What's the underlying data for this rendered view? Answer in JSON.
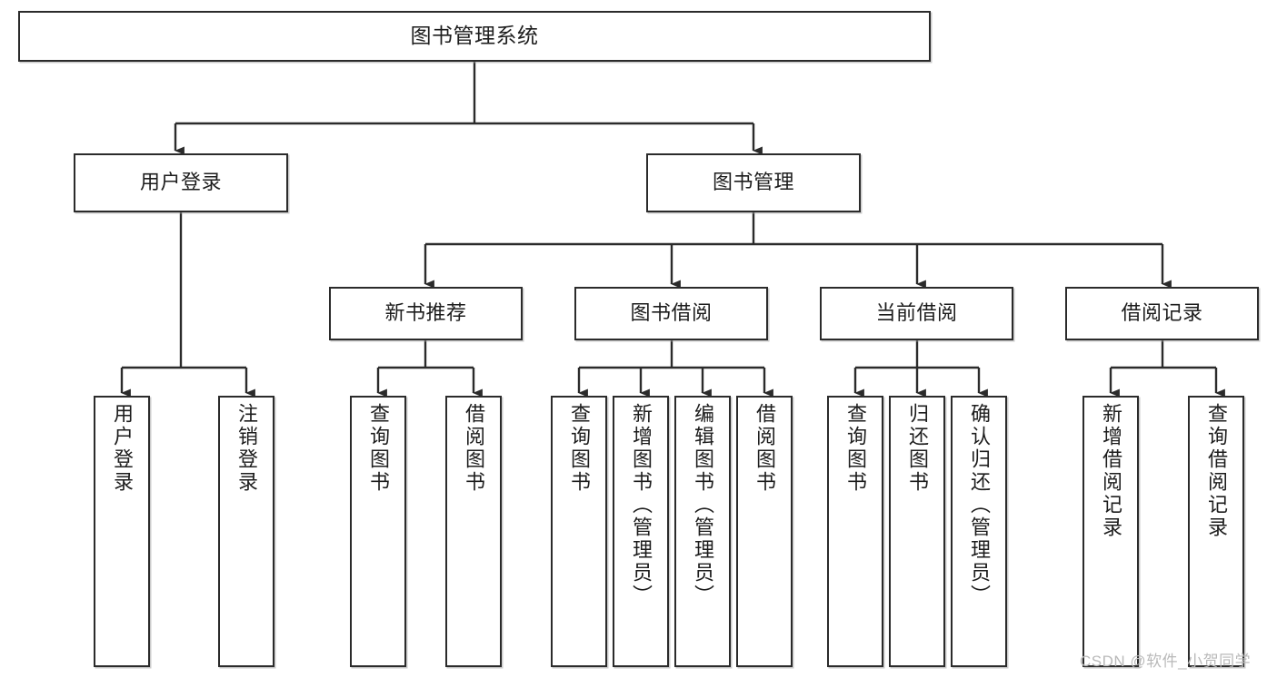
{
  "diagram": {
    "type": "tree",
    "orientation": "top-down",
    "title": "图书管理系统",
    "watermark": "CSDN @软件_小贺同学",
    "colors": {
      "box_border": "#2b2b2b",
      "box_fill": "#ffffff",
      "edge": "#2b2b2b",
      "text": "#1d1d1d",
      "watermark": "#b9b9b9"
    },
    "nodes": {
      "root": {
        "label": "图书管理系统",
        "level": 1
      },
      "l2": [
        {
          "id": "user_login",
          "label": "用户登录",
          "level": 2
        },
        {
          "id": "book_manage",
          "label": "图书管理",
          "level": 2
        }
      ],
      "l3": [
        {
          "id": "new_book_rec",
          "label": "新书推荐",
          "level": 3,
          "parent": "book_manage"
        },
        {
          "id": "book_borrow",
          "label": "图书借阅",
          "level": 3,
          "parent": "book_manage"
        },
        {
          "id": "current_borrow",
          "label": "当前借阅",
          "level": 3,
          "parent": "book_manage"
        },
        {
          "id": "borrow_record",
          "label": "借阅记录",
          "level": 3,
          "parent": "book_manage"
        }
      ],
      "leaves": [
        {
          "id": "leaf_user_login",
          "label": "用户登录",
          "parent": "user_login"
        },
        {
          "id": "leaf_user_logout",
          "label": "注销登录",
          "parent": "user_login"
        },
        {
          "id": "leaf_query_book_1",
          "label": "查询图书",
          "parent": "new_book_rec"
        },
        {
          "id": "leaf_borrow_book_1",
          "label": "借阅图书",
          "parent": "new_book_rec"
        },
        {
          "id": "leaf_query_book_2",
          "label": "查询图书",
          "parent": "book_borrow"
        },
        {
          "id": "leaf_add_book",
          "label": "新增图书（管理员）",
          "parent": "book_borrow"
        },
        {
          "id": "leaf_edit_book",
          "label": "编辑图书（管理员）",
          "parent": "book_borrow"
        },
        {
          "id": "leaf_borrow_book_2",
          "label": "借阅图书",
          "parent": "book_borrow"
        },
        {
          "id": "leaf_query_book_3",
          "label": "查询图书",
          "parent": "current_borrow"
        },
        {
          "id": "leaf_return_book",
          "label": "归还图书",
          "parent": "current_borrow"
        },
        {
          "id": "leaf_confirm_return",
          "label": "确认归还（管理员）",
          "parent": "current_borrow"
        },
        {
          "id": "leaf_add_record",
          "label": "新增借阅记录",
          "parent": "borrow_record"
        },
        {
          "id": "leaf_query_record",
          "label": "查询借阅记录",
          "parent": "borrow_record"
        }
      ]
    }
  }
}
